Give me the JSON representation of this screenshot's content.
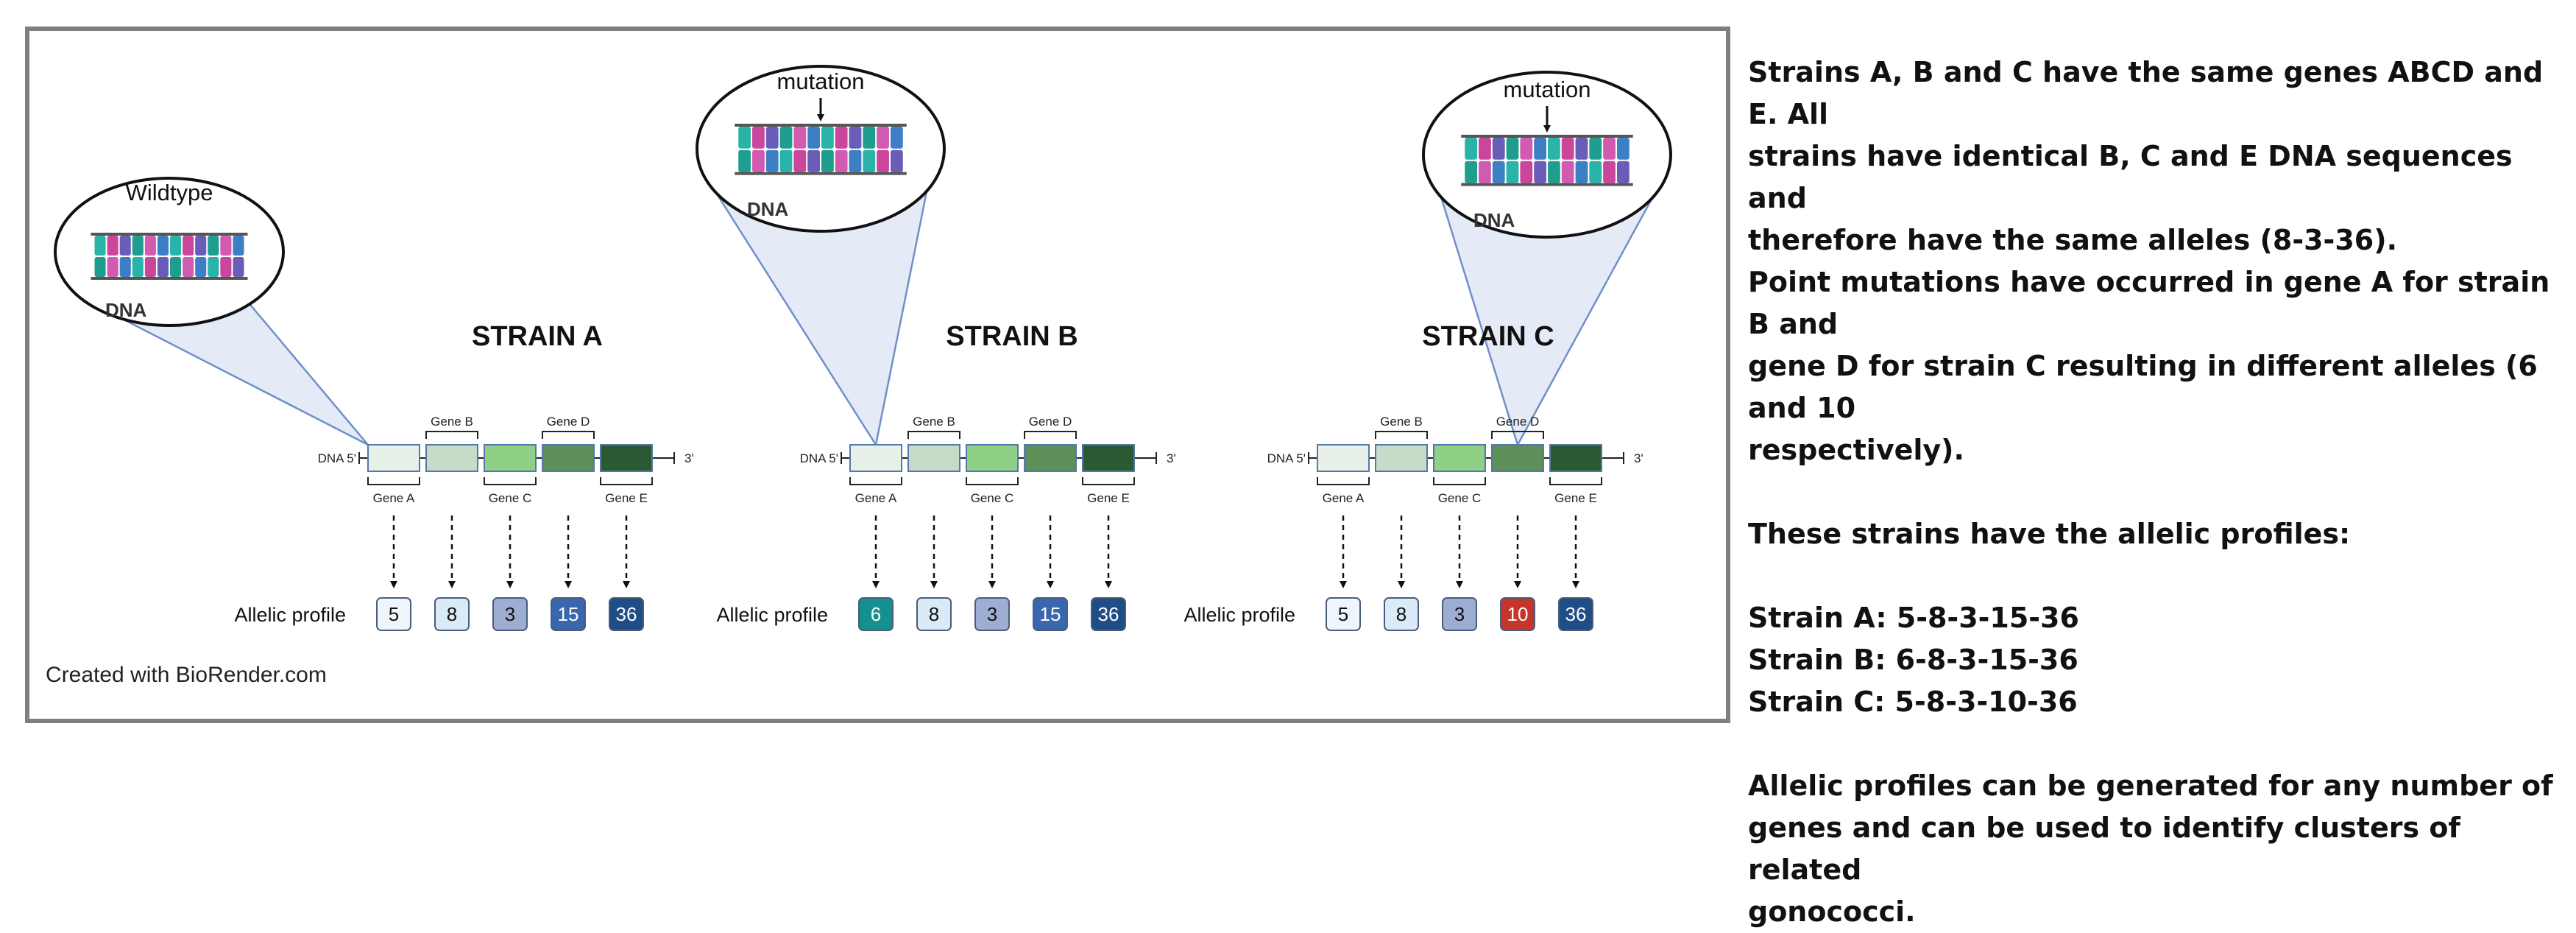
{
  "credit": "Created with BioRender.com",
  "allelic_label": "Allelic profile",
  "dna_5": "DNA 5'",
  "dna_3": "3'",
  "dna_label": "DNA",
  "genes_top": [
    "Gene B",
    "Gene D"
  ],
  "genes_bottom": [
    "Gene A",
    "Gene C",
    "Gene E"
  ],
  "gene_colors": [
    "#e8f1e8",
    "#c6dcc8",
    "#8fcf86",
    "#5e8f59",
    "#2b5a32"
  ],
  "strains": [
    {
      "title": "STRAIN A",
      "callout_label": "Wildtype",
      "alleles": [
        "5",
        "8",
        "3",
        "15",
        "36"
      ],
      "mutated_index": null
    },
    {
      "title": "STRAIN B",
      "callout_label": "mutation",
      "alleles": [
        "6",
        "8",
        "3",
        "15",
        "36"
      ],
      "mutated_index": 0
    },
    {
      "title": "STRAIN C",
      "callout_label": "mutation",
      "alleles": [
        "5",
        "8",
        "3",
        "10",
        "36"
      ],
      "mutated_index": 3
    }
  ],
  "allele_colors": {
    "5": {
      "bg": "#eef5fb",
      "fg": "#111111"
    },
    "8": {
      "bg": "#dbeaf7",
      "fg": "#111111"
    },
    "3": {
      "bg": "#9eaed3",
      "fg": "#111111"
    },
    "15": {
      "bg": "#3a66ad",
      "fg": "#ffffff"
    },
    "36": {
      "bg": "#1f4d86",
      "fg": "#ffffff"
    },
    "6": {
      "bg": "#14908e",
      "fg": "#ffffff"
    },
    "10": {
      "bg": "#c4352a",
      "fg": "#ffffff"
    }
  },
  "text": {
    "p1": [
      "Strains A, B and C have the same genes ABCD and E. All",
      "strains have identical B, C and E DNA sequences and",
      "therefore have the same alleles (8-3-36)."
    ],
    "p2": [
      "Point mutations have occurred in gene A for strain B and",
      "gene D for strain C resulting in different alleles (6 and 10",
      "respectively)."
    ],
    "p3": [
      "These strains have the allelic profiles:"
    ],
    "profiles": [
      "Strain A: 5-8-3-15-36",
      "Strain B: 6-8-3-15-36",
      "Strain C: 5-8-3-10-36"
    ],
    "p4": [
      "Allelic profiles can be generated for any number of",
      "genes and can be used to identify clusters of related",
      "gonococci."
    ]
  }
}
